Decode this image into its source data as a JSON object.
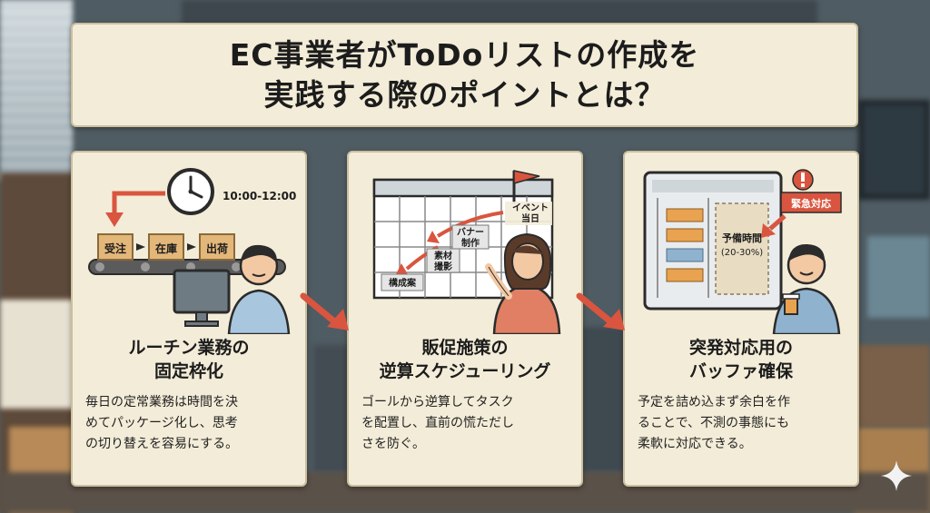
{
  "title": {
    "line1": "EC事業者がToDoリストの作成を",
    "line2": "実践する際のポイントとは？"
  },
  "cards": [
    {
      "title": [
        "ルーチン業務の",
        "固定枠化"
      ],
      "body": [
        "毎日の定常業務は時間を決",
        "めてパッケージ化し、思考",
        "の切り替えを容易にする。"
      ],
      "illustration": {
        "time": "10:00-12:00",
        "steps": [
          "受注",
          "在庫",
          "出荷"
        ]
      }
    },
    {
      "title": [
        "販促施策の",
        "逆算スケジューリング"
      ],
      "body": [
        "ゴールから逆算してタスク",
        "を配置し、直前の慌ただし",
        "さを防ぐ。"
      ],
      "illustration": {
        "goal": [
          "イベント",
          "当日"
        ],
        "tasks": [
          [
            "バナー",
            "制作"
          ],
          [
            "素材",
            "撮影"
          ],
          [
            "構成案"
          ]
        ]
      }
    },
    {
      "title": [
        "突発対応用の",
        "バッファ確保"
      ],
      "body": [
        "予定を詰め込まず余白を作",
        "ることで、不測の事態にも",
        "柔軟に対応できる。"
      ],
      "illustration": {
        "urgent": "緊急対応",
        "buffer": [
          "予備時間",
          "(20-30%)"
        ]
      }
    }
  ],
  "colors": {
    "card_bg": "#f3ecd8",
    "accent_red": "#d9553f",
    "box_orange": "#e9a24f",
    "text": "#1c1c1c"
  }
}
